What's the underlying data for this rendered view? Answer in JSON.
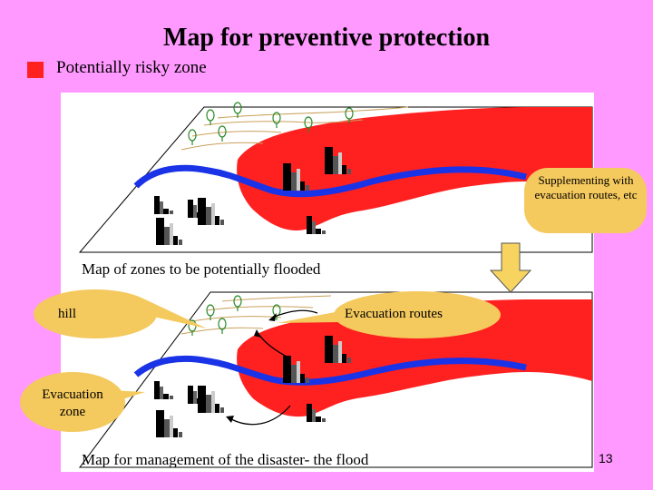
{
  "title": "Map for preventive protection",
  "legend": {
    "label": "Potentially risky zone",
    "color": "#ff2020"
  },
  "maps": [
    {
      "caption": "Map of zones to be potentially flooded"
    },
    {
      "caption": "Map for management of the disaster- the flood"
    }
  ],
  "callouts": {
    "supplementing": "Supplementing with evacuation routes, etc",
    "hill": "hill",
    "evacuation_routes": "Evacuation routes",
    "evacuation_zone": "Evacuation zone"
  },
  "slide_number": "13",
  "colors": {
    "background": "#ff99ff",
    "flood": "#ff2020",
    "river": "#1a33e6",
    "callout": "#f4c95d",
    "arrow": "#f7d460"
  }
}
